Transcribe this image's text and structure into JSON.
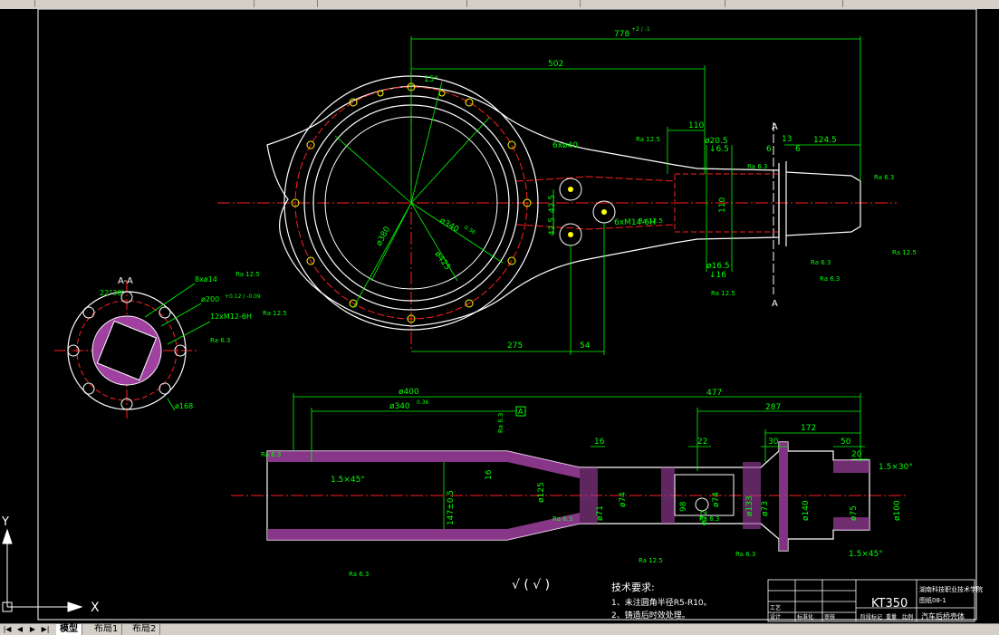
{
  "tabs": {
    "items": [
      "模型",
      "布局1",
      "布局2"
    ],
    "active": 0
  },
  "ucs": {
    "x_label": "X",
    "y_label": "Y"
  },
  "section_label": "A-A",
  "cut_marks": {
    "top": "A",
    "bottom": "A"
  },
  "top_view": {
    "dim_overall": "778",
    "dim_overall_tol": "+2 / -1",
    "dim_502": "502",
    "angle_15": "15°",
    "dim_110": "110",
    "dim_13": "13",
    "dim_6a": "6",
    "dim_6b": "6",
    "dim_124_5": "124.5",
    "phi_20_5": "ø20.5",
    "depth_6_5": "↓6.5",
    "phi_16_5": "ø16.5",
    "depth_16": "↓16",
    "dim_110v": "110",
    "holes_6x40": "6xø40",
    "dim_42_5a": "42.5",
    "dim_42_5b": "42.5",
    "thread_6xm14": "6xM14-6H",
    "phi_380": "ø380",
    "phi_340": "ø340",
    "phi_340_tol": "0.36",
    "phi_425": "ø425",
    "dim_275": "275",
    "dim_54": "54",
    "ra_12_5": "Ra 12.5",
    "ra_6_3": "Ra 6.3"
  },
  "section_view": {
    "holes_8x14": "8xø14",
    "phi_200": "ø200",
    "phi_200_tol": "+0.12 / -0.09",
    "thread_12xm12": "12xM12-6H",
    "phi_168": "ø168",
    "angle_22_30": "22°30'",
    "ra_12_5": "Ra 12.5",
    "ra_6_3": "Ra 6.3"
  },
  "front_view": {
    "phi_400": "ø400",
    "phi_340": "ø340",
    "phi_340_tol": "0.36",
    "datum_a": "A",
    "dim_477": "477",
    "dim_287": "287",
    "dim_172": "172",
    "dim_22": "22",
    "dim_30": "30",
    "dim_50": "50",
    "dim_16": "16",
    "dim_20": "20",
    "chamfer_1_5x45_left": "1.5×45°",
    "chamfer_1_5x30": "1.5×30°",
    "chamfer_1_5x45_right": "1.5×45°",
    "dim_147": "147±0.5",
    "dim_16v": "16",
    "phi_125": "ø125",
    "phi_71": "ø71",
    "phi_74": "ø74",
    "phi_72": "ø72",
    "phi_74b": "ø74",
    "dim_98": "98",
    "phi_133": "ø133",
    "phi_73": "ø73",
    "phi_140": "ø140",
    "phi_75": "ø75",
    "phi_100": "ø100",
    "ra_6_3": "Ra 6.3",
    "ra_12_5": "Ra 12.5"
  },
  "tech_requirements": {
    "title": "技术要求:",
    "items": [
      "1、未注圆角半径R5-R10。",
      "2、铸造后时效处理。"
    ],
    "roughness_note": "√ ( √ )"
  },
  "title_block": {
    "code": "KT350",
    "name": "汽车后桥壳体",
    "school": "湖南科技职业技术学院",
    "drawing_no": "图纸08-1",
    "row_labels": [
      "设计",
      "标准化",
      "审核",
      "工艺",
      "阶段标记",
      "重量",
      "比例"
    ]
  },
  "colors": {
    "green": "#00ff00",
    "white": "#ffffff",
    "red": "#ff2020",
    "magenta": "#c050c0",
    "cyan": "#00ffff",
    "yellow": "#ffff00"
  }
}
